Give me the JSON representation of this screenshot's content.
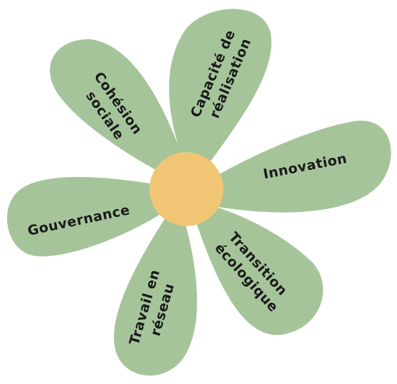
{
  "diagram": {
    "petal_color": "#a6c49a",
    "center_color": "#f0c674",
    "petals": [
      {
        "id": "capacite",
        "lines": [
          "Capacité de",
          "réalisation"
        ]
      },
      {
        "id": "innovation",
        "lines": [
          "Innovation"
        ]
      },
      {
        "id": "transition",
        "lines": [
          "Transition",
          "écologique"
        ]
      },
      {
        "id": "travail",
        "lines": [
          "Travail en",
          "réseau"
        ]
      },
      {
        "id": "gouvernance",
        "lines": [
          "Gouvernance"
        ]
      },
      {
        "id": "cohesion",
        "lines": [
          "Cohésion",
          "sociale"
        ]
      }
    ]
  }
}
